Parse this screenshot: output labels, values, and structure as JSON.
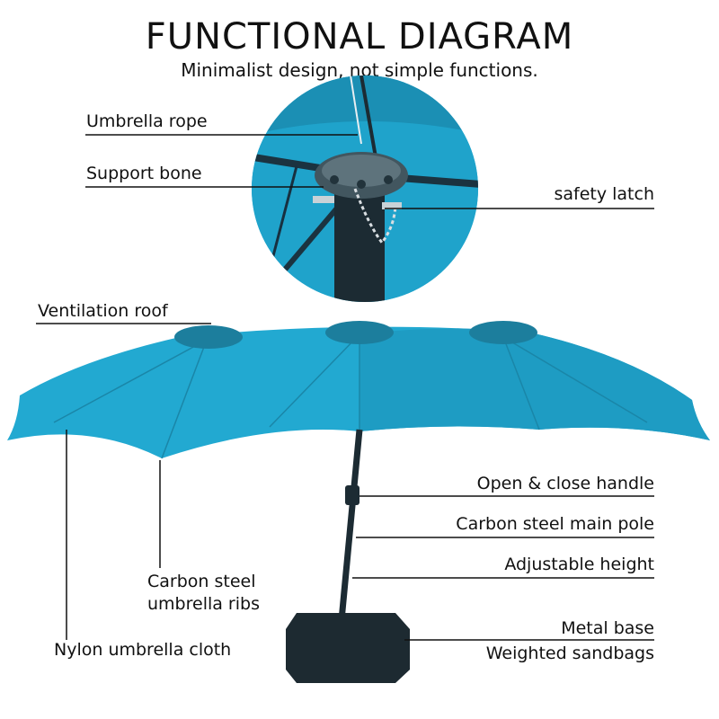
{
  "header": {
    "title": "FUNCTIONAL DIAGRAM",
    "subtitle": "Minimalist design, not simple functions."
  },
  "labels": {
    "umbrella_rope": "Umbrella rope",
    "support_bone": "Support bone",
    "safety_latch": "safety latch",
    "ventilation_roof": "Ventilation roof",
    "open_close_handle": "Open & close handle",
    "main_pole": "Carbon steel main pole",
    "adjustable_height": "Adjustable height",
    "ribs_line1": "Carbon steel",
    "ribs_line2": "umbrella ribs",
    "nylon_cloth": "Nylon umbrella cloth",
    "metal_base": "Metal base",
    "sandbags": "Weighted sandbags"
  },
  "colors": {
    "canopy": "#22a9d1",
    "canopy_dark": "#1b8fb4",
    "pole": "#1c2b33",
    "base": "#1d2a31",
    "leader_line": "#111111"
  }
}
